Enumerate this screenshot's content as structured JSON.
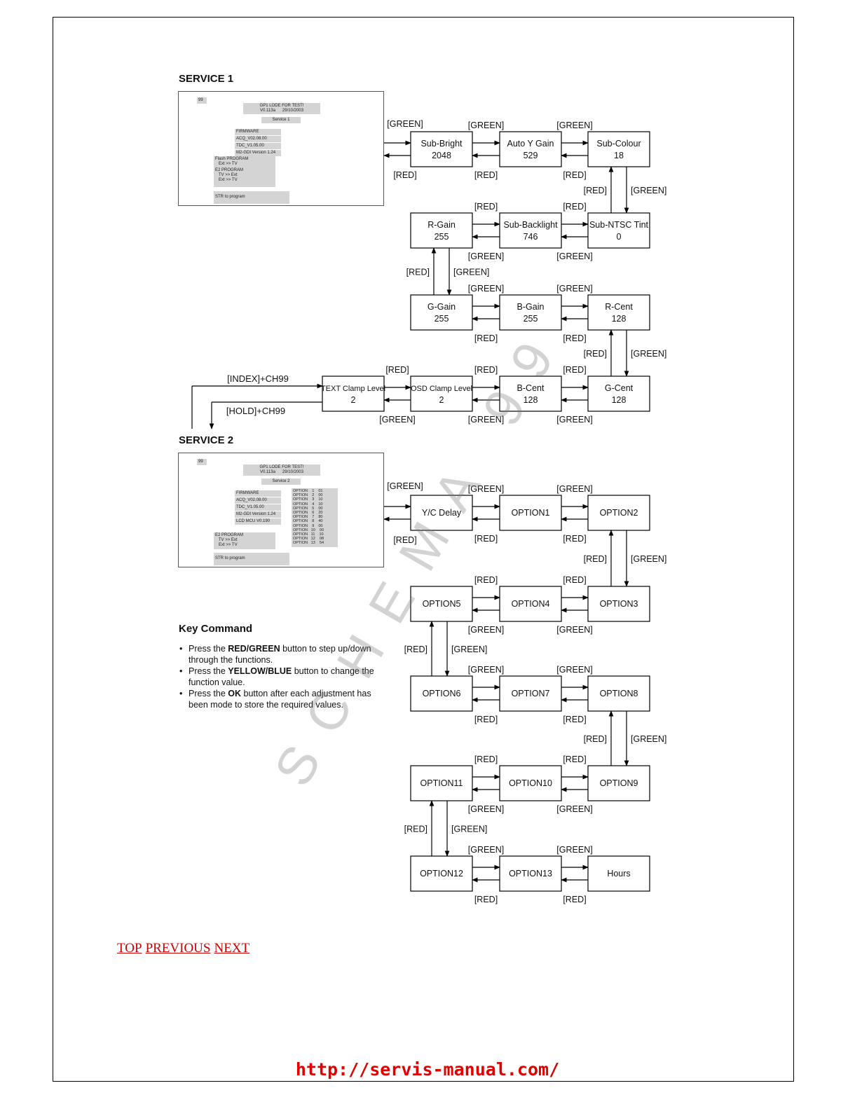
{
  "service1": {
    "title": "SERVICE 1",
    "screen": {
      "channel": "99",
      "header": "GP1 LODE FOR TEST!\nV0.113a      29/10/2003",
      "mode": "Service 1",
      "firmware": [
        "FIRMWARE",
        "ACQ_V02.08.00",
        "TDC_V1.05.00",
        "M2-GDI Version 1.24"
      ],
      "flash": "Flash PROGRAM\n   Ext >> TV",
      "e2": "E2 PROGRAM\n   TV >> Ext\n   Ext >> TV",
      "store": "STR to program"
    }
  },
  "service2": {
    "title": "SERVICE 2",
    "screen": {
      "channel": "99",
      "header": "GP1 LODE FOR TEST!\nV0.113a      29/10/2003",
      "mode": "Service 2",
      "firmware": [
        "FIRMWARE",
        "ACQ_V02.08.00",
        "TDC_V1.05.00",
        "M2-GDI Version 1.24",
        "LCD MCU V0.190"
      ],
      "options": "OPTION    1    01\nOPTION    2    00\nOPTION    3    10\nOPTION    4    10\nOPTION    5    00\nOPTION    6    20\nOPTION    7    80\nOPTION    8    40\nOPTION    9    00\nOPTION   10    00\nOPTION   11    10\nOPTION   12    08\nOPTION   13    54",
      "e2": "E2 PROGRAM\n   TV >> Ext\n   Ext >> TV",
      "store": "STR to program"
    }
  },
  "labels": {
    "green": "[GREEN]",
    "red": "[RED]",
    "index": "[INDEX]+CH99",
    "hold": "[HOLD]+CH99"
  },
  "service1_nodes": [
    {
      "id": "sub-bright",
      "name": "Sub-Bright",
      "value": "2048"
    },
    {
      "id": "auto-y-gain",
      "name": "Auto Y Gain",
      "value": "529"
    },
    {
      "id": "sub-colour",
      "name": "Sub-Colour",
      "value": "18"
    },
    {
      "id": "r-gain",
      "name": "R-Gain",
      "value": "255"
    },
    {
      "id": "sub-backlight",
      "name": "Sub-Backlight",
      "value": "746"
    },
    {
      "id": "sub-ntsc-tint",
      "name": "Sub-NTSC Tint",
      "value": "0"
    },
    {
      "id": "g-gain",
      "name": "G-Gain",
      "value": "255"
    },
    {
      "id": "b-gain",
      "name": "B-Gain",
      "value": "255"
    },
    {
      "id": "r-cent",
      "name": "R-Cent",
      "value": "128"
    },
    {
      "id": "text-clamp-level",
      "name": "TEXT Clamp Level",
      "value": "2"
    },
    {
      "id": "osd-clamp-level",
      "name": "OSD Clamp Level",
      "value": "2"
    },
    {
      "id": "b-cent",
      "name": "B-Cent",
      "value": "128"
    },
    {
      "id": "g-cent",
      "name": "G-Cent",
      "value": "128"
    }
  ],
  "service2_nodes": [
    {
      "id": "yc-delay",
      "name": "Y/C Delay"
    },
    {
      "id": "option1",
      "name": "OPTION1"
    },
    {
      "id": "option2",
      "name": "OPTION2"
    },
    {
      "id": "option5",
      "name": "OPTION5"
    },
    {
      "id": "option4",
      "name": "OPTION4"
    },
    {
      "id": "option3",
      "name": "OPTION3"
    },
    {
      "id": "option6",
      "name": "OPTION6"
    },
    {
      "id": "option7",
      "name": "OPTION7"
    },
    {
      "id": "option8",
      "name": "OPTION8"
    },
    {
      "id": "option11",
      "name": "OPTION11"
    },
    {
      "id": "option10",
      "name": "OPTION10"
    },
    {
      "id": "option9",
      "name": "OPTION9"
    },
    {
      "id": "option12",
      "name": "OPTION12"
    },
    {
      "id": "option13",
      "name": "OPTION13"
    },
    {
      "id": "hours",
      "name": "Hours"
    }
  ],
  "key_command": {
    "title": "Key Command",
    "items": [
      {
        "pre": "Press the ",
        "bold": "RED/GREEN",
        "post": " button to step up/down through the functions."
      },
      {
        "pre": "Press the ",
        "bold": "YELLOW/BLUE",
        "post": " button to change the function value."
      },
      {
        "pre": "Press the ",
        "bold": "OK",
        "post": " button after each adjustment has been mode to store the required values."
      }
    ]
  },
  "nav": {
    "top": "TOP",
    "previous": "PREVIOUS",
    "next": "NEXT"
  },
  "footer_url": "http://servis-manual.com/",
  "watermark": "SCHEMA 99"
}
